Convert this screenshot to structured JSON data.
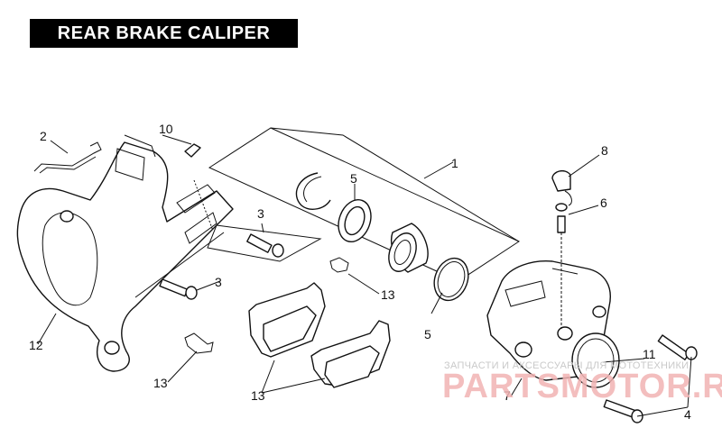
{
  "title": "REAR BRAKE CALIPER",
  "callouts": {
    "c1": "1",
    "c2": "2",
    "c3a": "3",
    "c3b": "3",
    "c4": "4",
    "c5a": "5",
    "c5b": "5",
    "c6": "6",
    "c7": "7",
    "c8": "8",
    "c10": "10",
    "c11": "11",
    "c12": "12",
    "c13a": "13",
    "c13b": "13",
    "c13c": "13"
  },
  "watermark": {
    "text": "ЗАПЧАСТИ И АКСЕССУАРЫ ДЛЯ МОТОТЕХНИКИ",
    "logo": "PARTSMOTOR.RU"
  },
  "colors": {
    "title_bg": "#000000",
    "title_fg": "#ffffff",
    "watermark_logo": "#f1b3b3",
    "watermark_text": "#c9c9c9"
  }
}
